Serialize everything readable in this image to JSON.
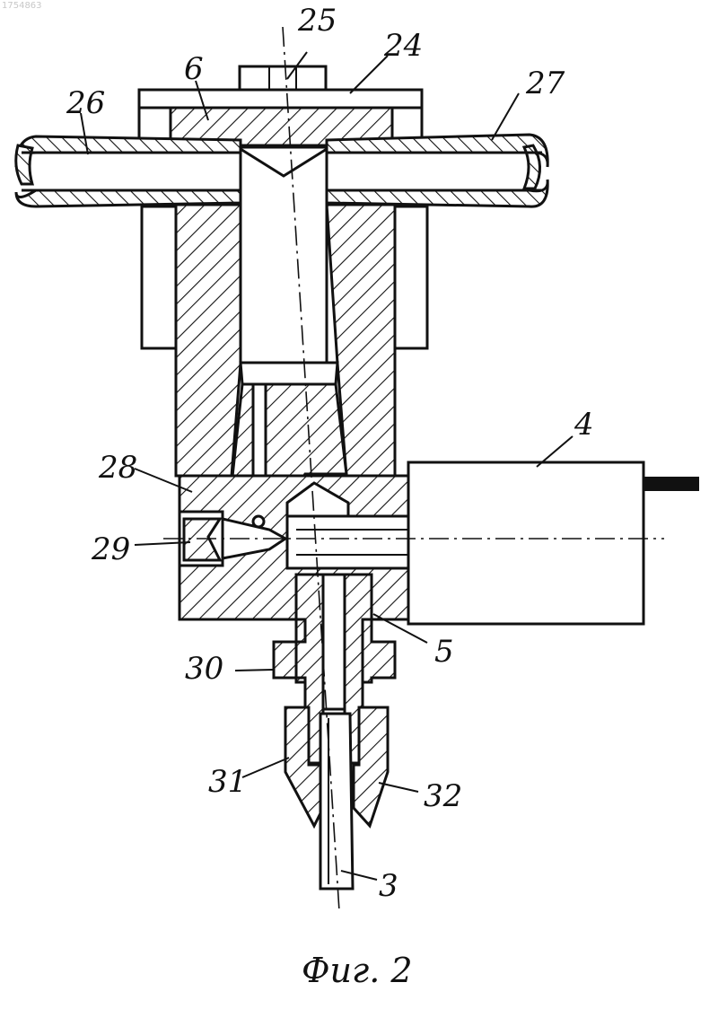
{
  "watermark": "1754863",
  "caption": "Фиг. 2",
  "labels": {
    "p25": "25",
    "p24": "24",
    "p6": "6",
    "p26": "26",
    "p27": "27",
    "p4": "4",
    "p28": "28",
    "p29": "29",
    "p30": "30",
    "p5": "5",
    "p31": "31",
    "p32": "32",
    "p3": "3"
  }
}
